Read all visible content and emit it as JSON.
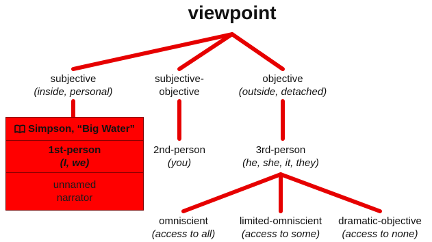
{
  "title": "viewpoint",
  "branches": {
    "subjective": {
      "label": "subjective",
      "note": "(inside, personal)"
    },
    "subjective_objective": {
      "label": "subjective-",
      "label2": "objective"
    },
    "objective": {
      "label": "objective",
      "note": "(outside, detached)"
    }
  },
  "persons": {
    "second": {
      "label": "2nd-person",
      "note": "(you)"
    },
    "third": {
      "label": "3rd-person",
      "note": "(he, she, it, they)"
    }
  },
  "third_types": [
    {
      "label": "omniscient",
      "note": "(access to all)"
    },
    {
      "label": "limited-omniscient",
      "note": "(access to some)"
    },
    {
      "label": "dramatic-objective",
      "note": "(access to none)"
    }
  ],
  "example_box": {
    "icon": "open-book-icon",
    "source": "Simpson, “Big Water”",
    "person": "1st-person",
    "pronouns": "(I, we)",
    "narrator_line1": "unnamed",
    "narrator_line2": "narrator",
    "fill_color": "#ff0000"
  },
  "colors": {
    "connector": "#e60000",
    "text": "#111111"
  }
}
